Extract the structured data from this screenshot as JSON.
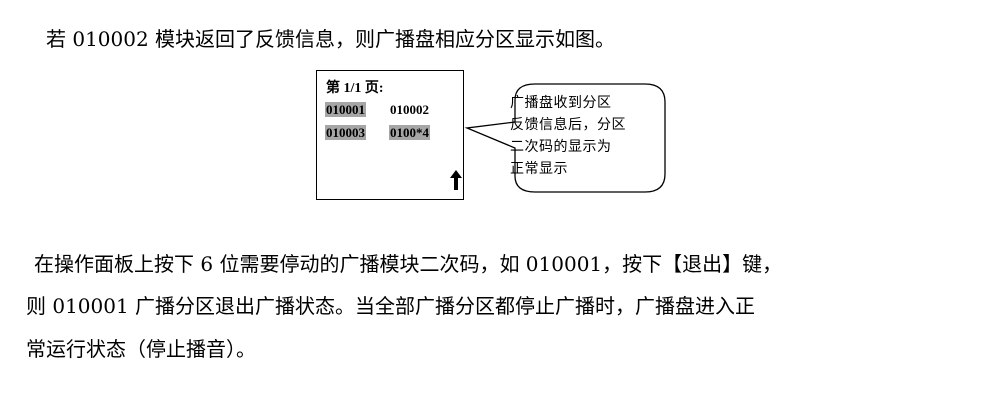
{
  "paragraphs": {
    "line1": "若 010002 模块返回了反馈信息，则广播盘相应分区显示如图。",
    "line2": "在操作面板上按下 6 位需要停动的广播模块二次码，如 010001，按下【退出】键，",
    "line3": "则  010001  广播分区退出广播状态。当全部广播分区都停止广播时，广播盘进入正",
    "line4": "常运行状态（停止播音）。"
  },
  "panel": {
    "title": "第 1/1 页:",
    "codes": [
      {
        "text": "010001",
        "highlighted": true
      },
      {
        "text": "010002",
        "highlighted": false
      },
      {
        "text": "010003",
        "highlighted": true
      },
      {
        "text": "0100*4",
        "highlighted": true
      }
    ],
    "scroll_icon": "up-arrow-icon"
  },
  "callout": {
    "lines": [
      "广播盘收到分区",
      "反馈信息后，分区",
      "二次码的显示为",
      "正常显示"
    ]
  },
  "colors": {
    "highlight": "#a6a6a6",
    "text": "#000000",
    "background": "#ffffff"
  }
}
